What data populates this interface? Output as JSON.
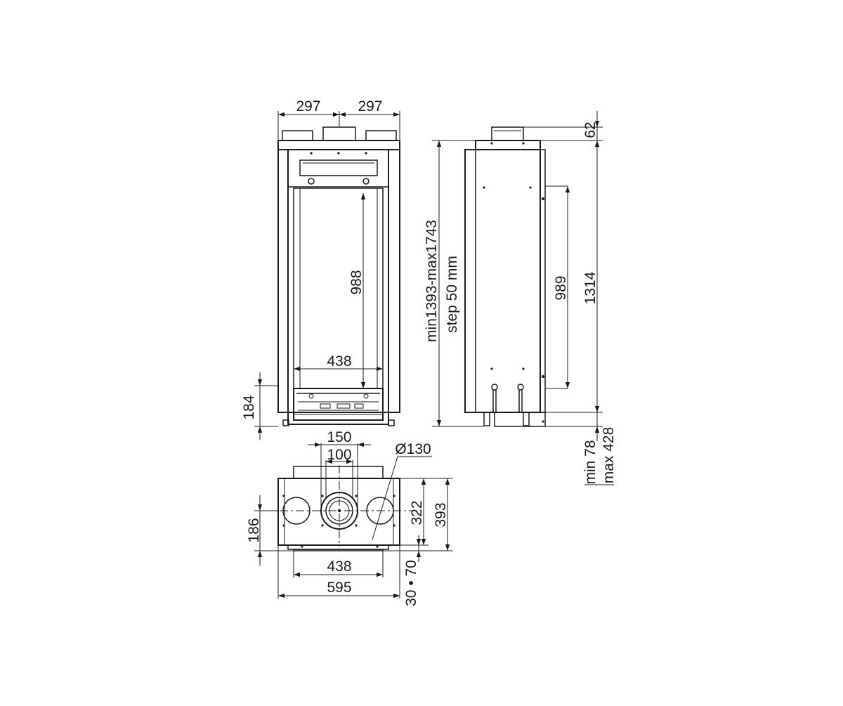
{
  "front_view": {
    "dim_top_left": "297",
    "dim_top_right": "297",
    "dim_glass_height": "988",
    "dim_glass_width": "438",
    "dim_base_height": "184"
  },
  "side_view": {
    "dim_height_range": "min1393-max1743",
    "dim_height_step": "step 50 mm",
    "dim_top_collar": "62",
    "dim_glass_height": "989",
    "dim_body_height": "1314",
    "dim_leg_min": "min 78",
    "dim_leg_max": "max 428"
  },
  "top_view": {
    "dim_flue_outer": "150",
    "dim_flue_inner": "100",
    "dim_diameter": "Ø130",
    "dim_depth_inner": "322",
    "dim_depth_outer": "393",
    "dim_side_depth": "186",
    "dim_glass_width": "438",
    "dim_total_width": "595",
    "dim_offset": "30 • 70"
  }
}
